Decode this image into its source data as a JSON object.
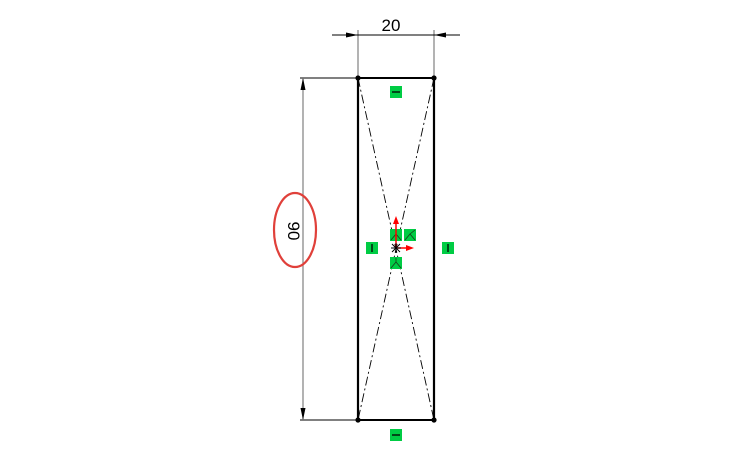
{
  "sketch": {
    "dimensions": {
      "width": {
        "value": "20"
      },
      "height": {
        "value": "90",
        "highlighted": true
      }
    },
    "relations": {
      "top": "horizontal-relation",
      "bottom": "horizontal-relation",
      "left": "vertical-relation",
      "right": "vertical-relation",
      "center": "midpoint-relation"
    },
    "colors": {
      "line": "#000000",
      "relation_badge": "#00cc44",
      "highlight_ellipse": "#e0403a",
      "origin_axes": "#ff0000",
      "extension_line": "#808080"
    }
  }
}
